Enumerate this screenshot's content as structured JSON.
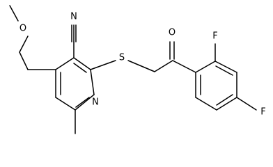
{
  "molecule": {
    "atoms": {
      "O_methoxy": "O",
      "N_nitrile": "N",
      "N_ring": "N",
      "S_thioether": "S",
      "O_ketone": "O",
      "F_ortho": "F",
      "F_para": "F"
    }
  }
}
